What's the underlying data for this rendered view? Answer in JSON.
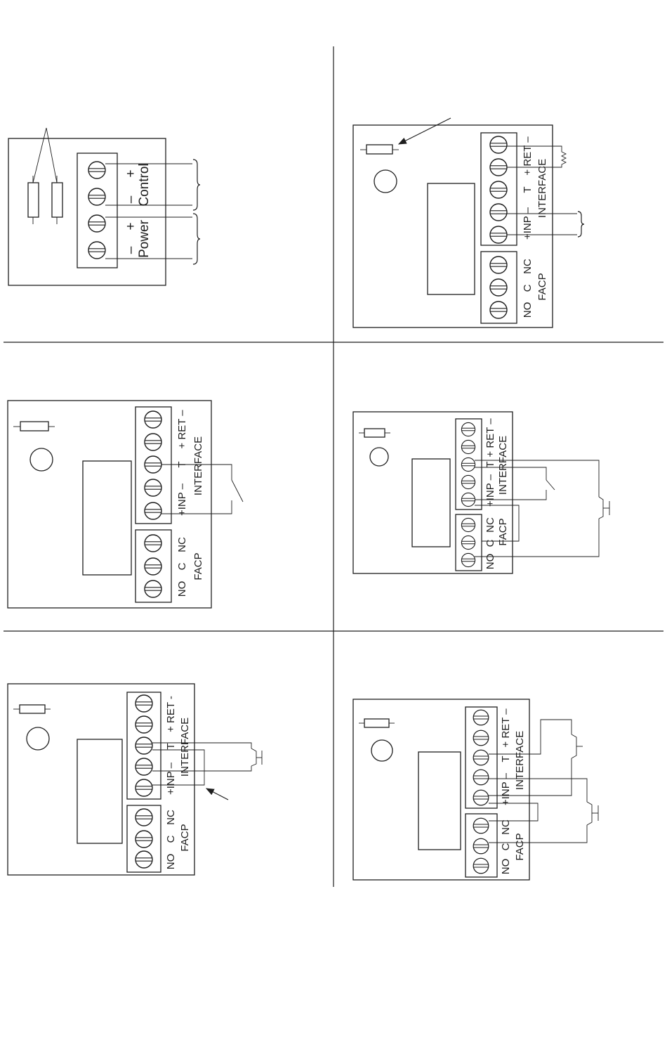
{
  "panels": {
    "p1": {
      "control": "Control",
      "power": "Power",
      "plus": "+",
      "minus": "–"
    },
    "p2": {
      "ret": "+ RET –",
      "t": "T",
      "inp": "+INP –",
      "interface": "INTERFACE",
      "nc": "NC",
      "c": "C",
      "no": "NO",
      "facp": "FACP"
    },
    "p3": {
      "ret": "+ RET –",
      "t": "T",
      "inp": "+INP –",
      "interface": "INTERFACE",
      "nc": "NC",
      "c": "C",
      "no": "NO",
      "facp": "FACP"
    },
    "p4": {
      "ret": "+ RET –",
      "t": "T",
      "inp": "+INP –",
      "interface": "INTERFACE",
      "nc": "NC",
      "c": "C",
      "no": "NO",
      "facp": "FACP"
    },
    "p5": {
      "ret": "+ RET -",
      "t": "T",
      "inp": "+INP –",
      "interface": "INTERFACE",
      "nc": "NC",
      "c": "C",
      "no": "NO",
      "facp": "FACP"
    },
    "p6": {
      "ret": "+ RET –",
      "t": "T",
      "inp": "+INP –",
      "interface": "INTERFACE",
      "nc": "NC",
      "c": "C",
      "no": "NO",
      "facp": "FACP"
    }
  }
}
